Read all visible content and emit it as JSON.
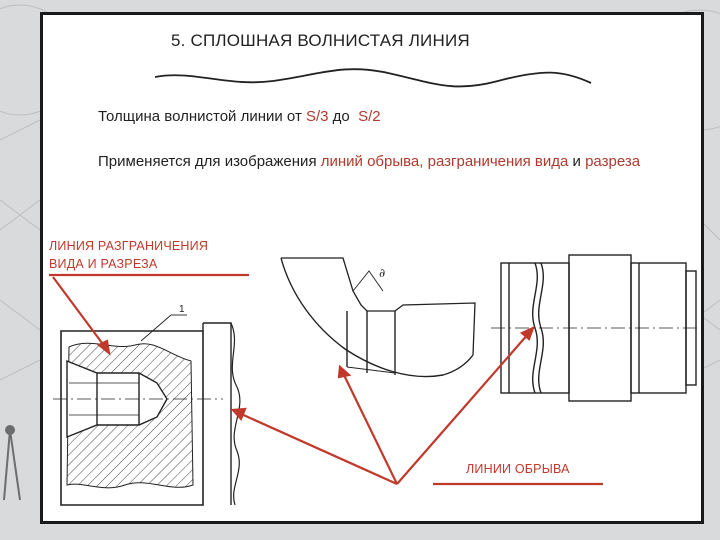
{
  "slide": {
    "title": "5. СПЛОШНАЯ ВОЛНИСТАЯ ЛИНИЯ",
    "thickness": {
      "text_before": "Толщина волнистой линии от ",
      "value_from": "S/3",
      "text_middle": " до  ",
      "value_to": "S/2"
    },
    "usage": {
      "text_before": "Применяется для изображения ",
      "highlight_1": "линий обрыва, разграничения вида",
      "text_middle": " и ",
      "highlight_2": "разреза"
    },
    "label_boundary_line1": "ЛИНИЯ РАЗГРАНИЧЕНИЯ",
    "label_boundary_line2": "ВИДА И РАЗРЕЗА",
    "label_break_lines": "ЛИНИИ ОБРЫВА",
    "callout_number": "1",
    "detail_symbol": "∂"
  },
  "colors": {
    "accent": "#c0392b",
    "highlight_text": "#b03a2e",
    "text": "#222222",
    "frame": "#1a1a1a"
  }
}
